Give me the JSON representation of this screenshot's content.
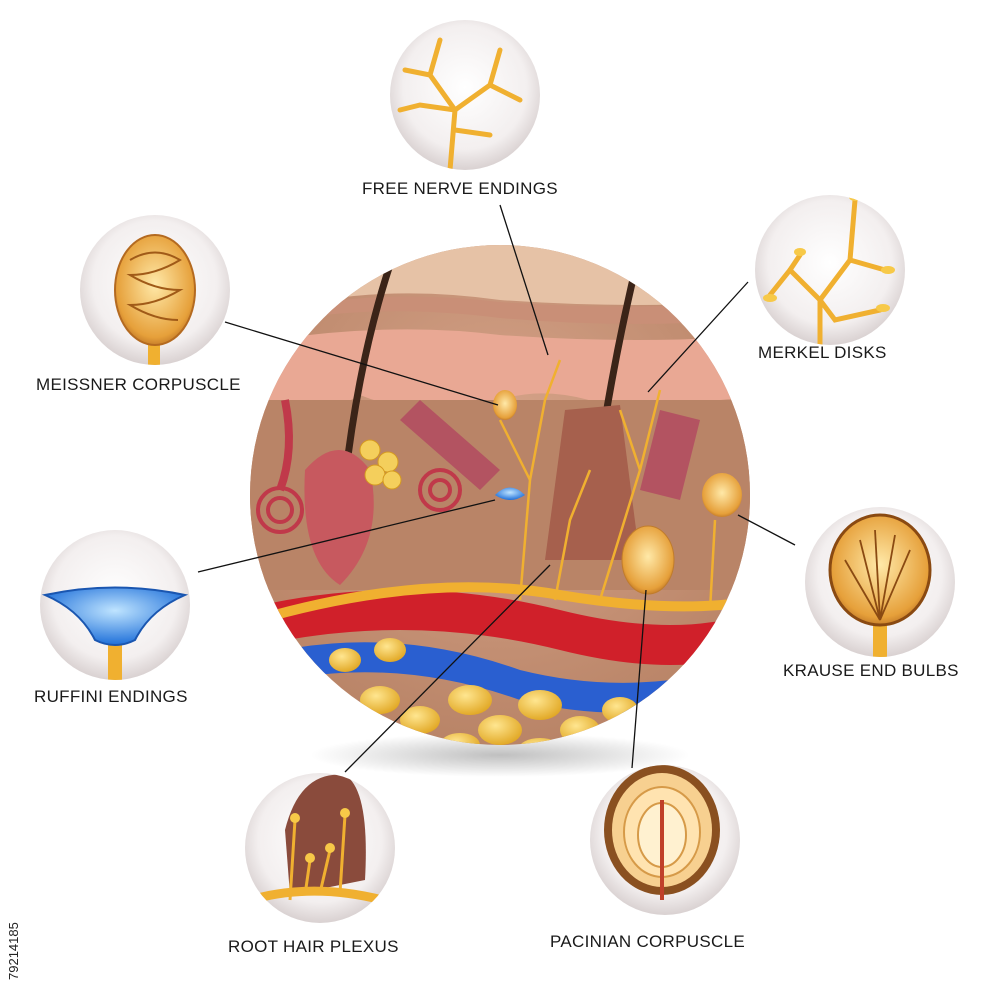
{
  "labels": {
    "free_nerve_endings": "FREE NERVE ENDINGS",
    "merkel_disks": "MERKEL DISKS",
    "meissner_corpuscle": "MEISSNER CORPUSCLE",
    "ruffini_endings": "RUFFINI ENDINGS",
    "krause_end_bulbs": "KRAUSE END BULBS",
    "root_hair_plexus": "ROOT HAIR PLEXUS",
    "pacinian_corpuscle": "PACINIAN CORPUSCLE"
  },
  "stock_id": "79214185",
  "colors": {
    "nerve": "#f0b030",
    "artery": "#d0202a",
    "vein": "#2a5fd0",
    "skin": "#e8b898",
    "fat": "#f2c040"
  }
}
